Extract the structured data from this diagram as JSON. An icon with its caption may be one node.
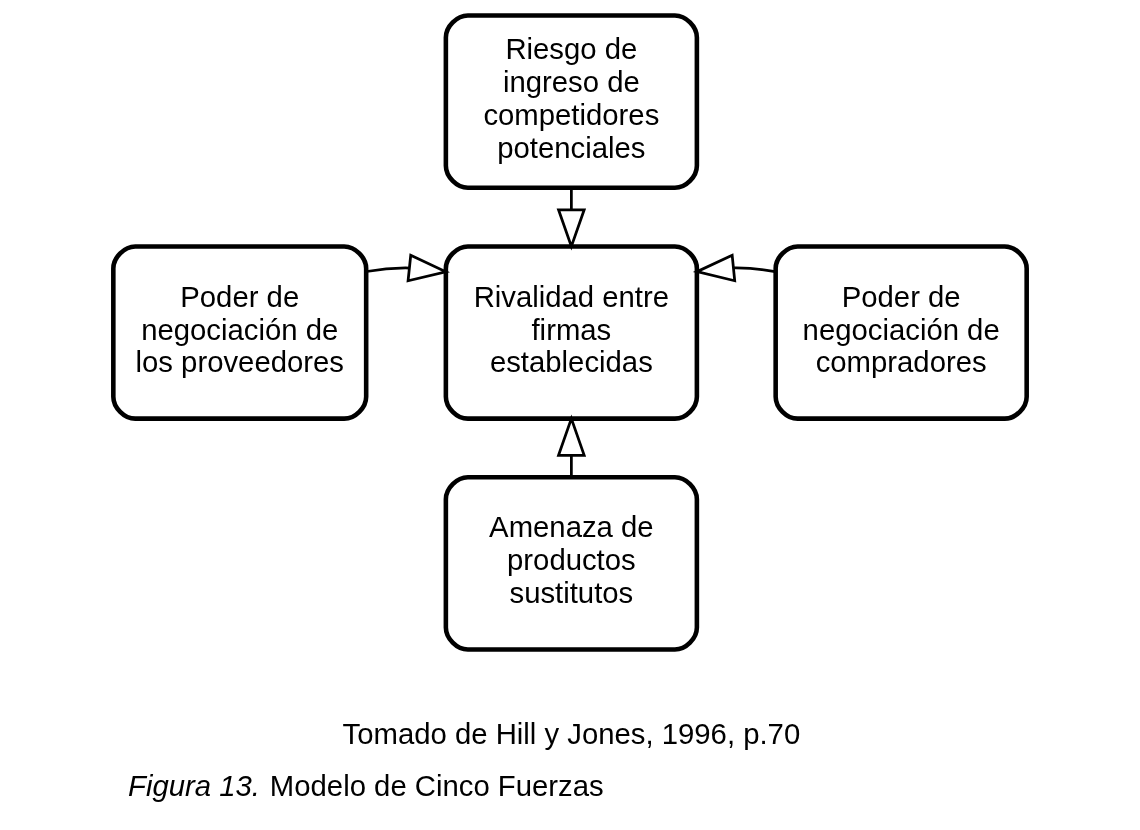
{
  "diagram": {
    "caption": "*Figura 13.* Modelo de Cinco Fuerzas",
    "nodes": [
      {
        "text": [
          "Riesgo de ingreso de competidores potenciales"
        ]
      },
      {
        "text": [
          "Poder de negociación de los proveedores"
        ]
      },
      {
        "text": [
          "Rivalidad entre firmas establecidas"
        ]
      },
      {
        "text": [
          "Poder de negociación de compradores"
        ]
      },
      {
        "text": [
          "Amenaza de productos sustitutos"
        ]
      }
    ],
    "edges": [
      {
        "from": 0,
        "to": 2,
        "arrow": "to"
      },
      {
        "from": 1,
        "to": 2,
        "arrow": "to"
      },
      {
        "from": 3,
        "to": 2,
        "arrow": "to"
      },
      {
        "from": 4,
        "to": 2,
        "arrow": "to"
      }
    ],
    "labels": [
      "Tomado de Hill y Jones, 1996, p.70"
    ]
  }
}
